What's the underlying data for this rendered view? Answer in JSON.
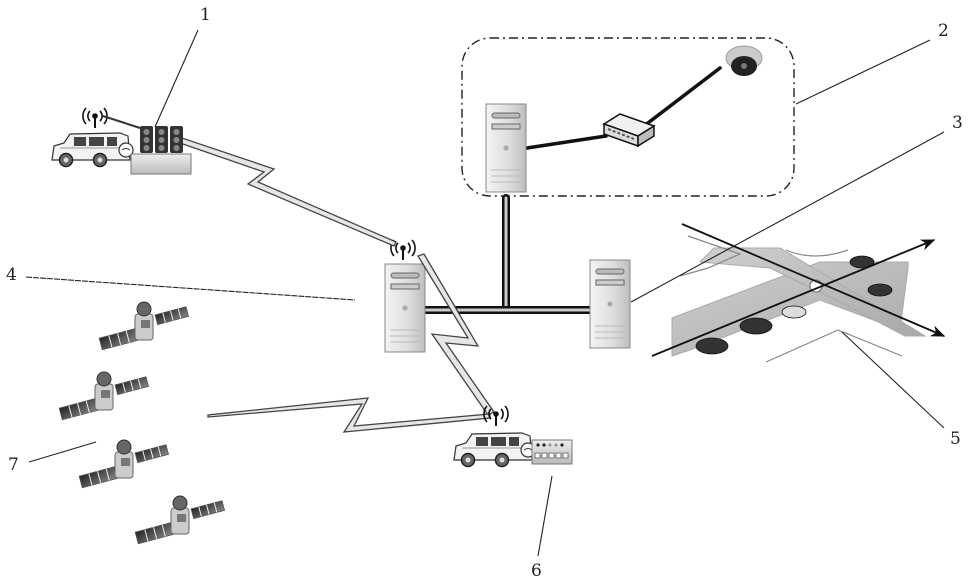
{
  "diagram": {
    "type": "network-system-diagram",
    "callouts": [
      {
        "id": "1",
        "label": "1",
        "target": "vehicle-mounted traffic signal unit"
      },
      {
        "id": "2",
        "label": "2",
        "target": "video surveillance subsystem (dashed boundary)"
      },
      {
        "id": "3",
        "label": "3",
        "target": "server"
      },
      {
        "id": "4",
        "label": "4",
        "target": "central server with wireless antenna"
      },
      {
        "id": "5",
        "label": "5",
        "target": "road intersection"
      },
      {
        "id": "6",
        "label": "6",
        "target": "vehicle-mounted control unit"
      },
      {
        "id": "7",
        "label": "7",
        "target": "satellites"
      }
    ],
    "nodes": [
      {
        "name": "vehicle-1",
        "icon": "suv-icon",
        "attached": "traffic-light-unit",
        "antenna": true
      },
      {
        "name": "surveillance-server",
        "icon": "server-tower-icon"
      },
      {
        "name": "network-switch",
        "icon": "switch-icon"
      },
      {
        "name": "dome-camera",
        "icon": "dome-camera-icon"
      },
      {
        "name": "central-server",
        "icon": "server-tower-icon",
        "antenna": true
      },
      {
        "name": "server-3",
        "icon": "server-tower-icon"
      },
      {
        "name": "intersection",
        "icon": "intersection-icon"
      },
      {
        "name": "vehicle-6",
        "icon": "suv-icon",
        "attached": "control-panel",
        "antenna": true
      },
      {
        "name": "satellites",
        "icon": "satellite-icon",
        "count": 4
      }
    ],
    "links": [
      {
        "from": "vehicle-1",
        "to": "central-server",
        "kind": "wireless"
      },
      {
        "from": "central-server",
        "to": "vehicle-6",
        "kind": "wireless"
      },
      {
        "from": "satellites",
        "to": "vehicle-6",
        "kind": "wireless"
      },
      {
        "from": "surveillance-server",
        "to": "network-switch",
        "kind": "wired"
      },
      {
        "from": "network-switch",
        "to": "dome-camera",
        "kind": "wired"
      },
      {
        "from": "surveillance-server",
        "to": "central-server",
        "kind": "bus"
      },
      {
        "from": "central-server",
        "to": "server-3",
        "kind": "bus"
      }
    ]
  }
}
